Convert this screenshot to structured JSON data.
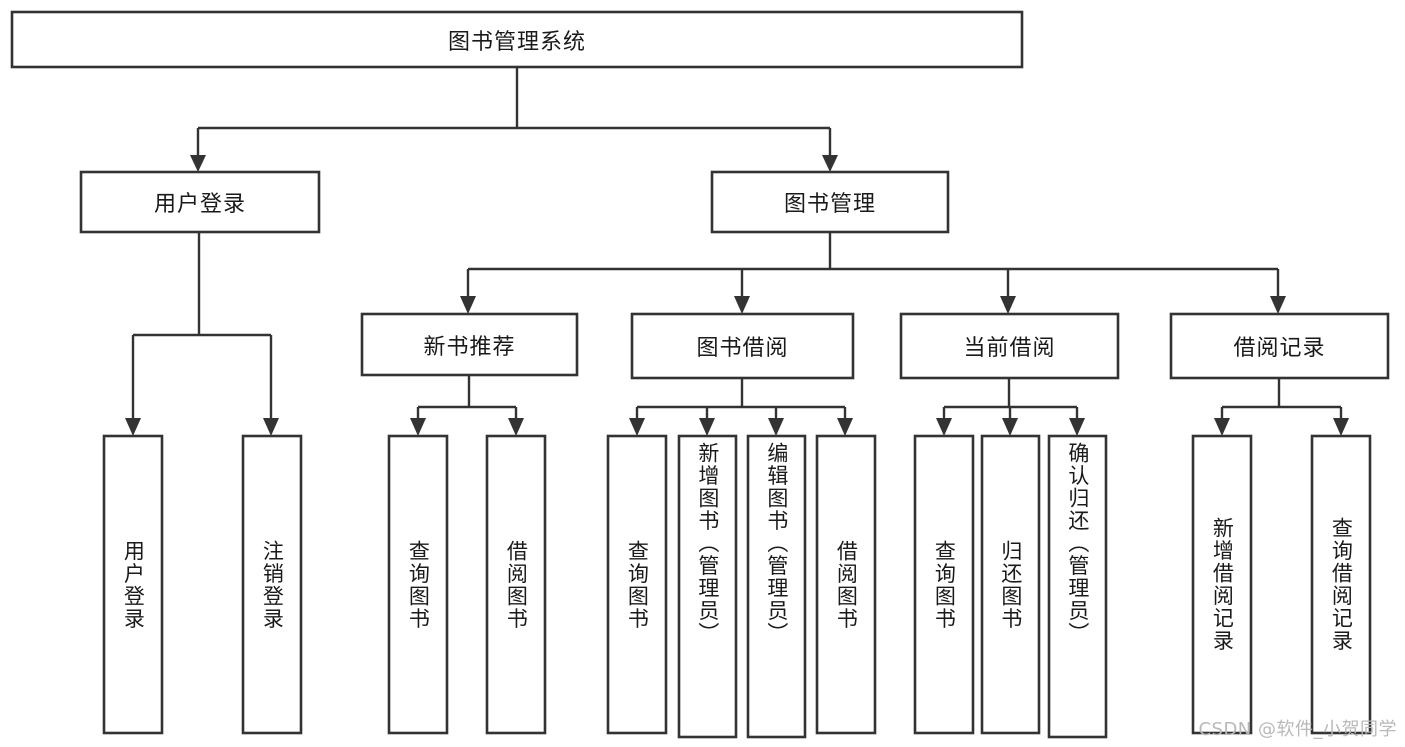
{
  "diagram": {
    "title": "图书管理系统",
    "type": "tree",
    "watermark": "CSDN @软件_小贺同学",
    "colors": {
      "box_stroke": "#333333",
      "box_fill": "#ffffff",
      "text": "#1a1a1a",
      "background": "#ffffff",
      "watermark": "#b9b9b9"
    },
    "nodes": {
      "root": {
        "label": "图书管理系统",
        "orientation": "horizontal"
      },
      "l1": [
        {
          "id": "user_login",
          "label": "用户登录",
          "orientation": "horizontal"
        },
        {
          "id": "book_manage",
          "label": "图书管理",
          "orientation": "horizontal"
        }
      ],
      "l2": [
        {
          "id": "new_book_rec",
          "label": "新书推荐",
          "orientation": "horizontal",
          "parent": "book_manage"
        },
        {
          "id": "book_borrow",
          "label": "图书借阅",
          "orientation": "horizontal",
          "parent": "book_manage"
        },
        {
          "id": "current_borrow",
          "label": "当前借阅",
          "orientation": "horizontal",
          "parent": "book_manage"
        },
        {
          "id": "borrow_record",
          "label": "借阅记录",
          "orientation": "horizontal",
          "parent": "book_manage"
        }
      ],
      "leaves": [
        {
          "id": "leaf_user_login",
          "label": "用户登录",
          "orientation": "vertical",
          "parent": "user_login"
        },
        {
          "id": "leaf_user_logout",
          "label": "注销登录",
          "orientation": "vertical",
          "parent": "user_login"
        },
        {
          "id": "leaf_query_book_1",
          "label": "查询图书",
          "orientation": "vertical",
          "parent": "new_book_rec"
        },
        {
          "id": "leaf_borrow_book_1",
          "label": "借阅图书",
          "orientation": "vertical",
          "parent": "new_book_rec"
        },
        {
          "id": "leaf_query_book_2",
          "label": "查询图书",
          "orientation": "vertical",
          "parent": "book_borrow"
        },
        {
          "id": "leaf_add_book",
          "label": "新增图书（管理员）",
          "orientation": "vertical",
          "parent": "book_borrow"
        },
        {
          "id": "leaf_edit_book",
          "label": "编辑图书（管理员）",
          "orientation": "vertical",
          "parent": "book_borrow"
        },
        {
          "id": "leaf_borrow_book_2",
          "label": "借阅图书",
          "orientation": "vertical",
          "parent": "book_borrow"
        },
        {
          "id": "leaf_query_book_3",
          "label": "查询图书",
          "orientation": "vertical",
          "parent": "current_borrow"
        },
        {
          "id": "leaf_return_book",
          "label": "归还图书",
          "orientation": "vertical",
          "parent": "current_borrow"
        },
        {
          "id": "leaf_confirm_return",
          "label": "确认归还（管理员）",
          "orientation": "vertical",
          "parent": "current_borrow"
        },
        {
          "id": "leaf_add_record",
          "label": "新增借阅记录",
          "orientation": "vertical",
          "parent": "borrow_record"
        },
        {
          "id": "leaf_query_record",
          "label": "查询借阅记录",
          "orientation": "vertical",
          "parent": "borrow_record"
        }
      ]
    }
  }
}
